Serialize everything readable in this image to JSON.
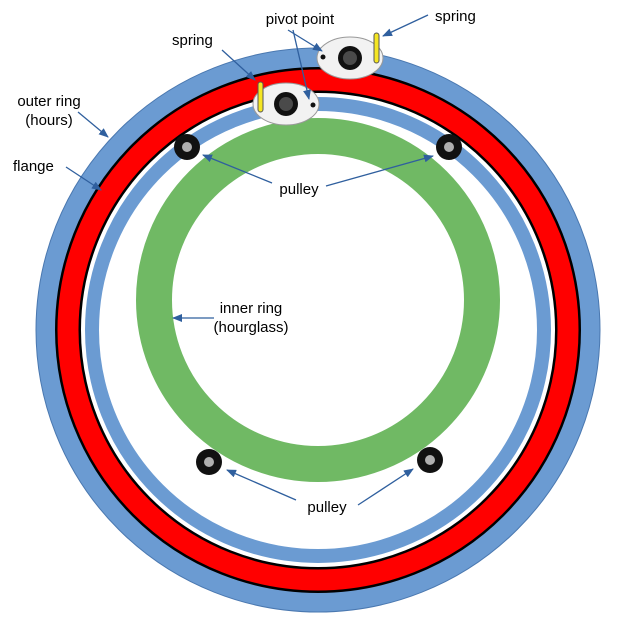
{
  "labels": {
    "pivot_point": "pivot point",
    "spring_top_right": "spring",
    "spring_left": "spring",
    "outer_ring_line1": "outer ring",
    "outer_ring_line2": "(hours)",
    "flange": "flange",
    "pulley_top": "pulley",
    "inner_ring_line1": "inner ring",
    "inner_ring_line2": "(hourglass)",
    "pulley_bottom": "pulley"
  },
  "colors": {
    "outer_ring": "#6b9bd2",
    "flange": "#ff0000",
    "inner_ring": "#70b964",
    "arrow": "#2f5f9e",
    "spring": "#f5e623",
    "pulley": "#111111",
    "pulley_hub": "#b0b0b0"
  }
}
